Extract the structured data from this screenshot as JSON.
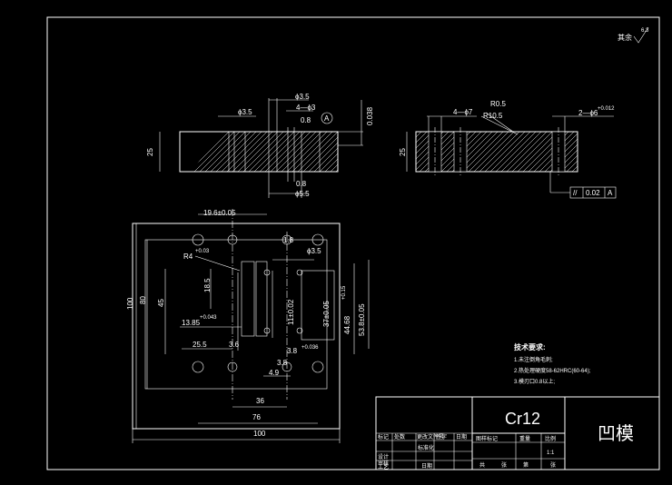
{
  "corner_symbol": {
    "text": "其余",
    "roughness": "6.3"
  },
  "front_view": {
    "dim_25": "25",
    "dim_phi35_left": "ϕ3.5",
    "dim_phi35_top": "ϕ3.5",
    "dim_4_phi3": "4—ϕ3",
    "dim_08_top": "0.8",
    "dim_tol_0038": "0.038",
    "datum_A": "A",
    "dim_08_bot": "0.8",
    "dim_phi55": "ϕ5.5"
  },
  "side_view": {
    "dim_25": "25",
    "dim_4_phi7": "4—ϕ7",
    "dim_R05": "R0.5",
    "dim_R105": "R10.5",
    "dim_2_phi6": "2—ϕ6",
    "dim_2_phi6_tol": "+0.012",
    "fcf_symbol": "//",
    "fcf_value": "0.02",
    "fcf_datum": "A"
  },
  "plan_view": {
    "dim_196": "19.6±0.05",
    "dim_R4": "R4",
    "dim_R4_tol": "+0.03",
    "dim_18": "1.8",
    "dim_phi35": "ϕ3.5",
    "dim_185": "18.5",
    "dim_45": "45",
    "dim_80": "80",
    "dim_100_v": "100",
    "dim_1385": "13.85",
    "dim_1385_tol": "+0.043",
    "dim_11": "11±0.02",
    "dim_37": "37±0.05",
    "dim_4468": "44.68",
    "dim_4468_tol": "+0.15",
    "dim_538": "53.8±0.05",
    "dim_255": "25.5",
    "dim_36_small": "3.6",
    "dim_38": "3.8",
    "dim_38_tol": "+0.036",
    "dim_38b": "3.8",
    "dim_49": "4.9",
    "dim_36": "36",
    "dim_76": "76",
    "dim_100_h": "100"
  },
  "tech_requirements": {
    "title": "技术要求:",
    "lines": [
      "1.未注倒角毛刺;",
      "2.热处理硬度58-62HRC(60-64);",
      "3.模刃口0.8以上;"
    ]
  },
  "title_block": {
    "material": "Cr12",
    "part_name": "凹模",
    "scale": "1:1",
    "headers_row1": [
      "标记",
      "处数",
      "更改文件号",
      "签字",
      "日期"
    ],
    "cells": [
      "设计",
      "标准化",
      "图样标记",
      "重量",
      "比例",
      "审核",
      "工艺",
      "日期",
      "共",
      "张",
      "第",
      "张"
    ]
  }
}
